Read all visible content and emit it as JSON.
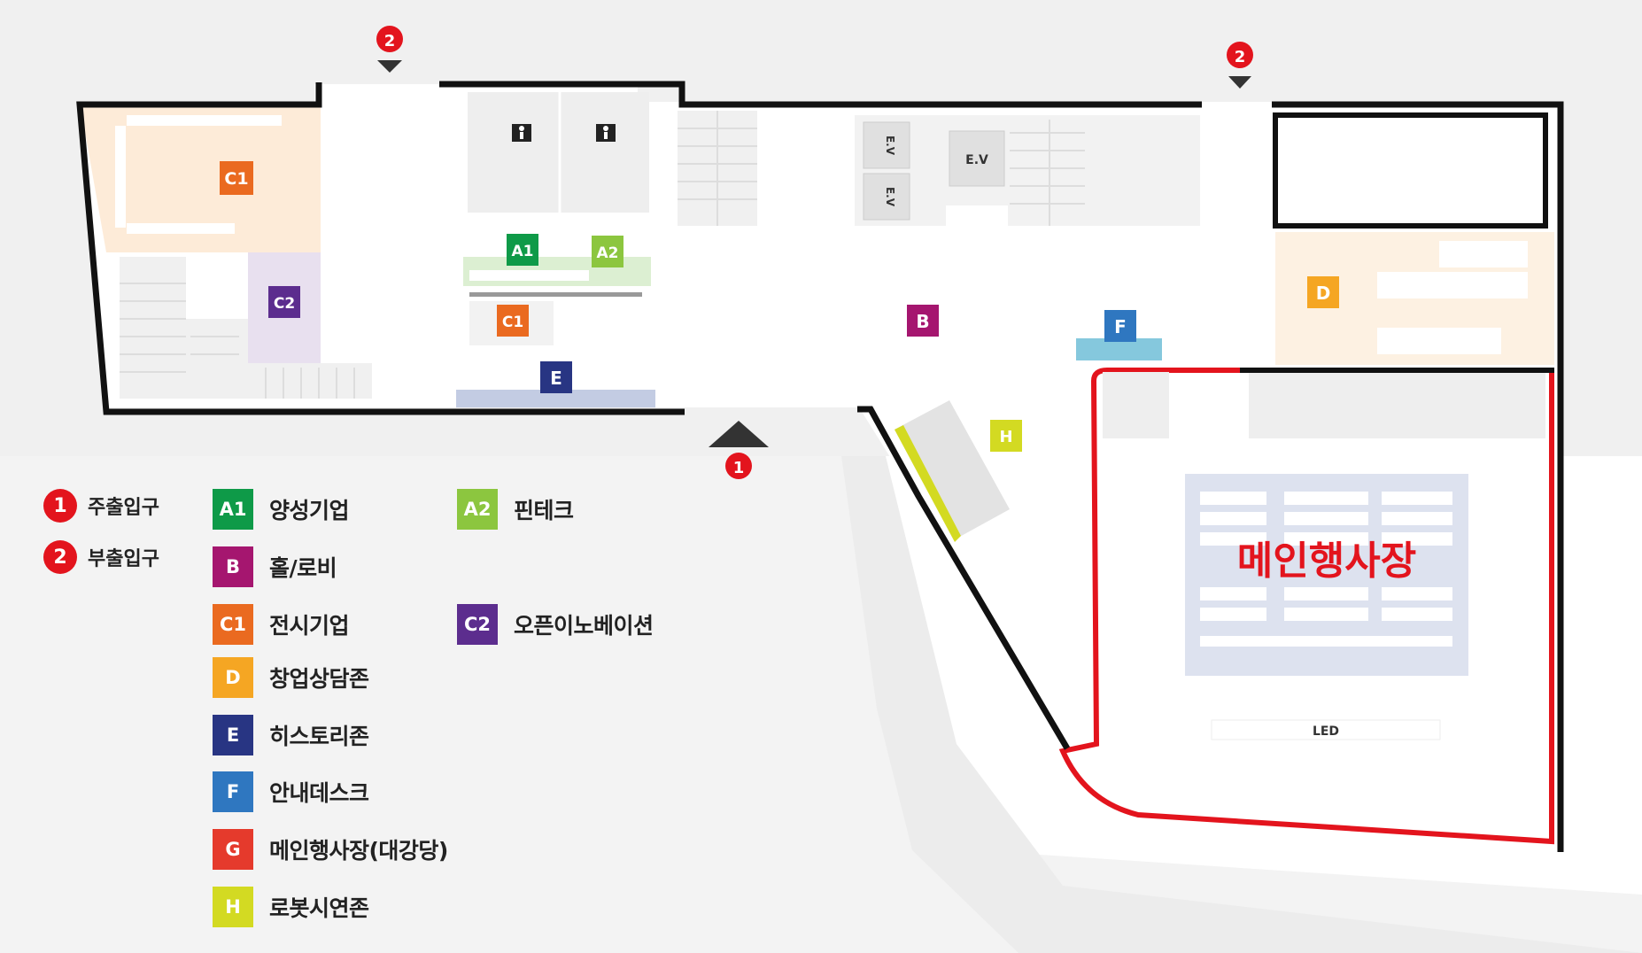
{
  "colors": {
    "A1": "#0e9a48",
    "A2": "#8cc63f",
    "B": "#a5166f",
    "C1": "#ea6a20",
    "C2": "#5c2d8e",
    "D": "#f5a623",
    "E": "#283583",
    "F": "#2f77c0",
    "G": "#e53a2c",
    "H": "#d3da22",
    "entrance": "#e3141d",
    "main_hall_border": "#e3141d"
  },
  "map_markers": {
    "c1_top": "C1",
    "c2": "C2",
    "a1": "A1",
    "a2": "A2",
    "c1_mid": "C1",
    "e": "E",
    "b": "B",
    "f": "F",
    "h": "H",
    "d": "D",
    "ev1": "E.V",
    "ev2": "E.V",
    "ev3": "E.V",
    "led": "LED",
    "main_hall": "메인행사장",
    "entrance_main": "1",
    "entrance_sub": "2"
  },
  "entrances": [
    {
      "num": "1",
      "label": "주출입구"
    },
    {
      "num": "2",
      "label": "부출입구"
    }
  ],
  "legend": [
    {
      "code": "A1",
      "label": "양성기업",
      "icon": "square-a1-icon"
    },
    {
      "code": "A2",
      "label": "핀테크",
      "icon": "square-a2-icon"
    },
    {
      "code": "B",
      "label": "홀/로비",
      "icon": "square-b-icon"
    },
    {
      "code": "C1",
      "label": "전시기업",
      "icon": "square-c1-icon"
    },
    {
      "code": "C2",
      "label": "오픈이노베이션",
      "icon": "square-c2-icon"
    },
    {
      "code": "D",
      "label": "창업상담존",
      "icon": "square-d-icon"
    },
    {
      "code": "E",
      "label": "히스토리존",
      "icon": "square-e-icon"
    },
    {
      "code": "F",
      "label": "안내데스크",
      "icon": "square-f-icon"
    },
    {
      "code": "G",
      "label": "메인행사장(대강당)",
      "icon": "square-g-icon"
    },
    {
      "code": "H",
      "label": "로봇시연존",
      "icon": "square-h-icon"
    }
  ]
}
